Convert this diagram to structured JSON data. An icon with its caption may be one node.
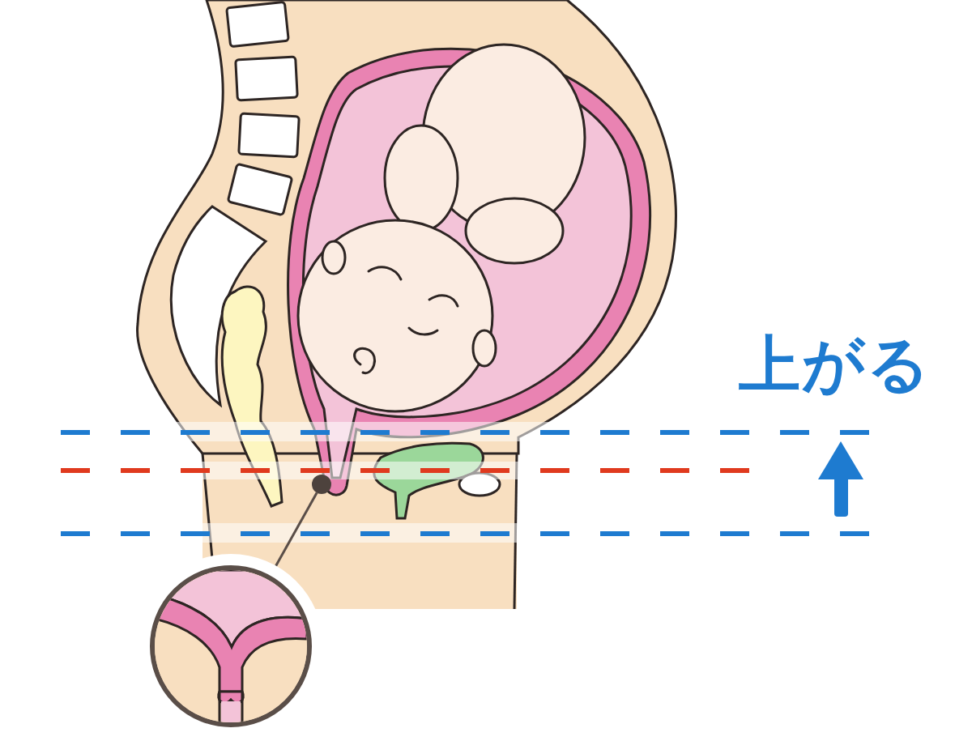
{
  "diagram": {
    "nodes": [
      {
        "text": [],
        "shape": "circle"
      },
      {
        "text": [],
        "shape": "picture"
      }
    ],
    "edges": [
      {
        "from": 0,
        "to": 1,
        "arrow": "none"
      }
    ],
    "labels": [
      "上がる"
    ]
  }
}
